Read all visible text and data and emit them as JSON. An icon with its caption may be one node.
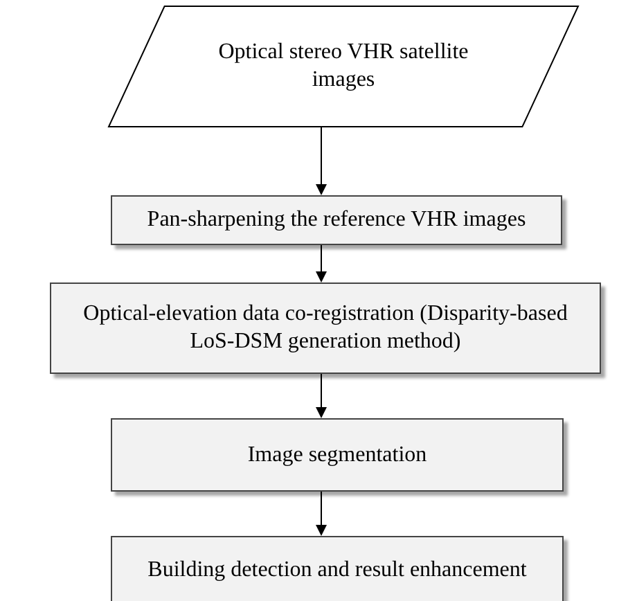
{
  "diagram": {
    "nodes": [
      {
        "text": [
          "Optical stereo VHR satellite images"
        ]
      },
      {
        "text": [
          "Pan-sharpening the reference VHR images"
        ]
      },
      {
        "text": [
          "Optical-elevation data co-registration (Disparity-based LoS-DSM generation method)"
        ]
      },
      {
        "text": [
          "Image segmentation"
        ]
      },
      {
        "text": [
          "Building detection and result enhancement"
        ]
      }
    ],
    "edges": [
      {
        "from": 0,
        "to": 1,
        "arrow": "to"
      },
      {
        "from": 1,
        "to": 2,
        "arrow": "to"
      },
      {
        "from": 2,
        "to": 3,
        "arrow": "to"
      },
      {
        "from": 3,
        "to": 4,
        "arrow": "to"
      }
    ]
  }
}
